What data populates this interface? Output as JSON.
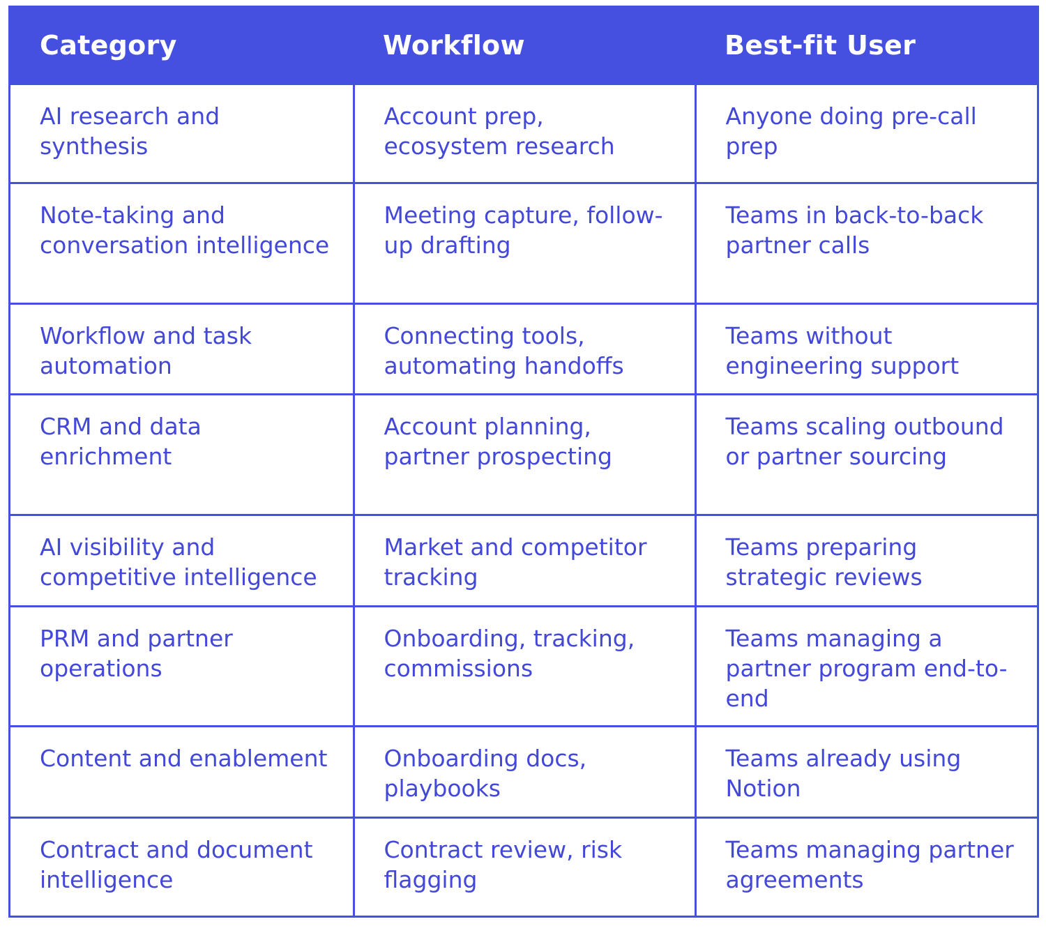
{
  "colors": {
    "header_bg": "#4550e0",
    "header_text": "#ffffff",
    "border": "#4550e0",
    "cell_text": "#4348d8",
    "background": "#ffffff"
  },
  "table": {
    "headers": [
      "Category",
      "Workflow",
      "Best-fit User"
    ],
    "rows": [
      [
        "AI research and synthesis",
        "Account prep, ecosystem research",
        "Anyone doing pre-call prep"
      ],
      [
        "Note-taking and conversation intelligence",
        "Meeting capture, follow-up drafting",
        "Teams in back-to-back partner calls"
      ],
      [
        "Workflow and task automation",
        "Connecting tools, automating handoffs",
        "Teams without engineering support"
      ],
      [
        "CRM and data enrichment",
        "Account planning, partner prospecting",
        "Teams scaling outbound or partner sourcing"
      ],
      [
        "AI visibility and competitive intelligence",
        "Market and competitor tracking",
        "Teams preparing strategic reviews"
      ],
      [
        "PRM and partner operations",
        "Onboarding, tracking, commissions",
        "Teams managing a partner program end-to-end"
      ],
      [
        "Content and enablement",
        "Onboarding docs, playbooks",
        "Teams already using Notion"
      ],
      [
        "Contract and document intelligence",
        "Contract review, risk flagging",
        "Teams managing partner agreements"
      ]
    ]
  }
}
